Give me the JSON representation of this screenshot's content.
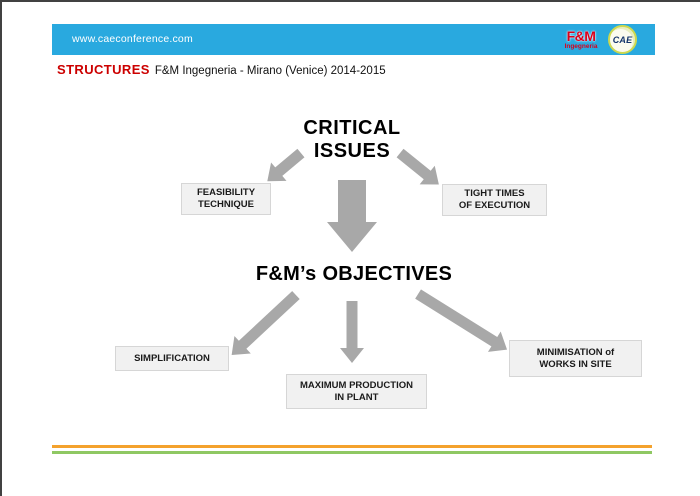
{
  "colors": {
    "header_bar_blue": "#29A9DF",
    "accent_red": "#CC0000",
    "logo_red": "#D8001C",
    "arrow_gray": "#A8A8A8",
    "box_fill": "#F1F1F1",
    "box_border": "#D6D6D6",
    "footer_orange": "#F4A22D",
    "footer_green": "#8FC863"
  },
  "header": {
    "url": "www.caeconference.com",
    "fm_logo": {
      "name": "F&M",
      "sub": "Ingegneria"
    },
    "cae_logo": {
      "text": "CAE"
    },
    "topic": "STRUCTURES",
    "subtitle": "F&M Ingegneria - Mirano (Venice) 2014-2015"
  },
  "diagram": {
    "critical_title": "CRITICAL\nISSUES",
    "objectives_title": "F&M’s OBJECTIVES",
    "boxes": {
      "feasibility": "FEASIBILITY\nTECHNIQUE",
      "tight_times": "TIGHT TIMES\nOF EXECUTION",
      "simplification": "SIMPLIFICATION",
      "max_production": "MAXIMUM PRODUCTION\nIN PLANT",
      "minimisation": "MINIMISATION of\nWORKS IN SITE"
    },
    "icons": [
      "arrow-down-left-icon",
      "arrow-down-right-icon",
      "arrow-down-big-icon",
      "arrow-diag-left-icon",
      "arrow-down-small-icon",
      "arrow-diag-right-icon"
    ]
  }
}
